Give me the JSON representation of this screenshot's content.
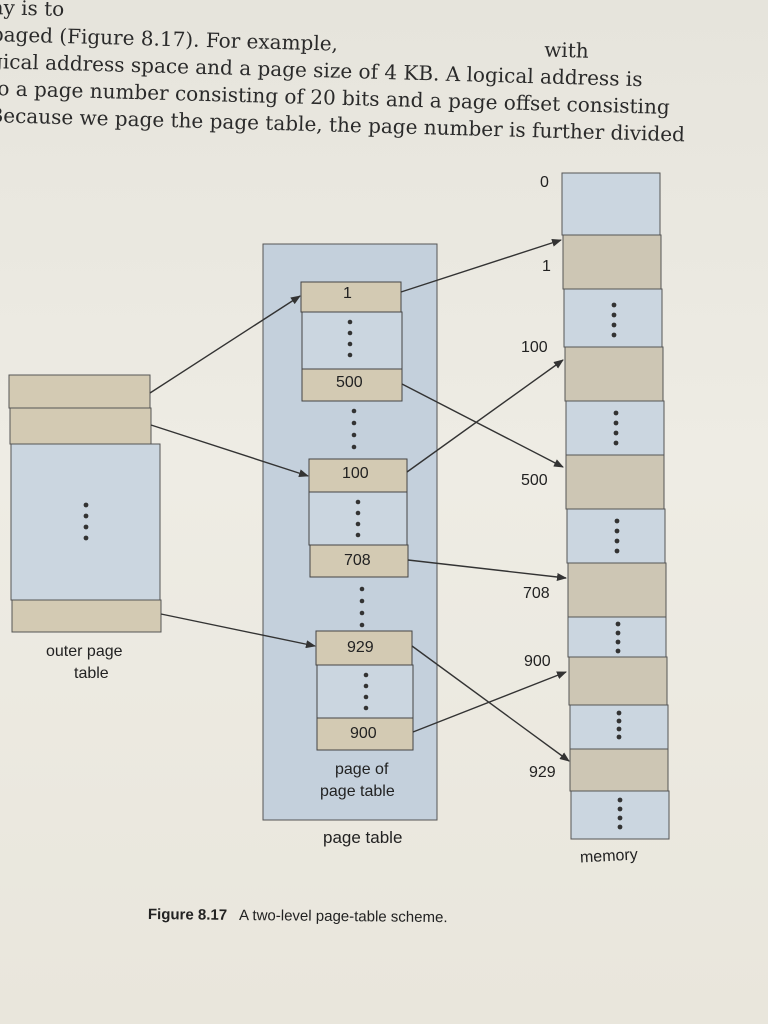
{
  "body_text": [
    "ay is to",
    "paged (Figure 8.17). For example,",
    "with",
    "gical address space and a page size of 4 KB. A logical address is",
    "to a page number consisting of 20 bits and a page offset consisting",
    "Because we page the page table, the page number is further divided"
  ],
  "figure": {
    "inner_entries": [
      "1",
      "500",
      "100",
      "708",
      "929",
      "900"
    ],
    "inner_caption": "page of page table",
    "inner_caption_line1": "page of",
    "inner_caption_line2": "page table",
    "page_table_label": "page table",
    "outer_label_line1": "outer page",
    "outer_label_line2": "table",
    "memory_labels": [
      "0",
      "1",
      "100",
      "500",
      "708",
      "900",
      "929"
    ],
    "memory_label": "memory"
  },
  "caption": {
    "number": "Figure 8.17",
    "text": "A two-level page-table scheme."
  },
  "colors": {
    "memory_blue": "#cbd6e0",
    "memory_tan": "#cdc6b4",
    "entry_tan": "#d3cab3",
    "page_table_bg": "#c4d0dc"
  }
}
